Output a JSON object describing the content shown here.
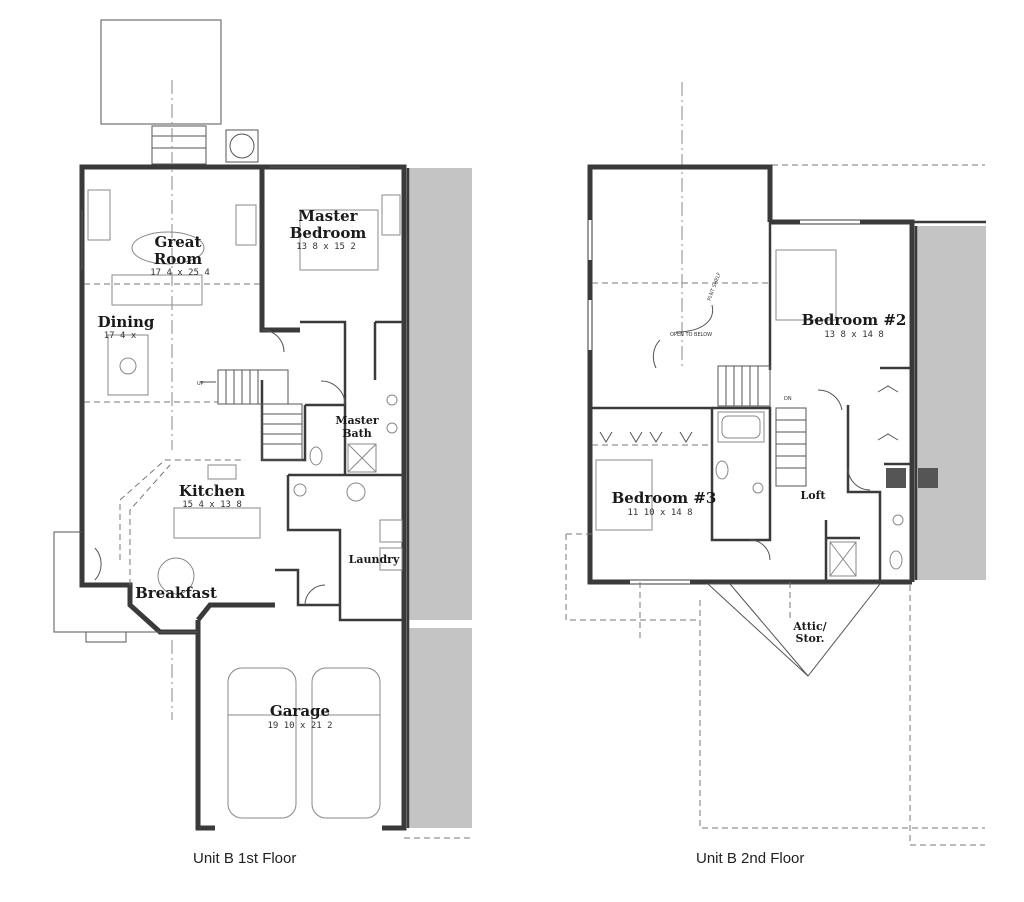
{
  "floor1": {
    "caption": "Unit B 1st Floor",
    "rooms": {
      "great_room": {
        "name_line1": "Great",
        "name_line2": "Room",
        "dims": "17 4 x 25 4"
      },
      "master_bedroom": {
        "name_line1": "Master",
        "name_line2": "Bedroom",
        "dims": "13 8 x 15 2"
      },
      "dining": {
        "name": "Dining",
        "dims": "17 4 x"
      },
      "master_bath": {
        "name_line1": "Master",
        "name_line2": "Bath"
      },
      "kitchen": {
        "name": "Kitchen",
        "dims": "15 4 x 13 8"
      },
      "laundry": {
        "name": "Laundry"
      },
      "breakfast": {
        "name": "Breakfast"
      },
      "garage": {
        "name": "Garage",
        "dims": "19 10 x 21 2"
      }
    },
    "stair_label": "UP"
  },
  "floor2": {
    "caption": "Unit B 2nd Floor",
    "rooms": {
      "bedroom2": {
        "name": "Bedroom #2",
        "dims": "13 8 x 14 8"
      },
      "bedroom3": {
        "name": "Bedroom #3",
        "dims": "11 10 x 14 8"
      },
      "loft": {
        "name": "Loft"
      },
      "attic": {
        "name_line1": "Attic/",
        "name_line2": "Stor."
      }
    },
    "notes": {
      "open_below": "OPEN TO BELOW",
      "plant_shelf": "PLNT SHELF",
      "dn": "DN"
    }
  }
}
